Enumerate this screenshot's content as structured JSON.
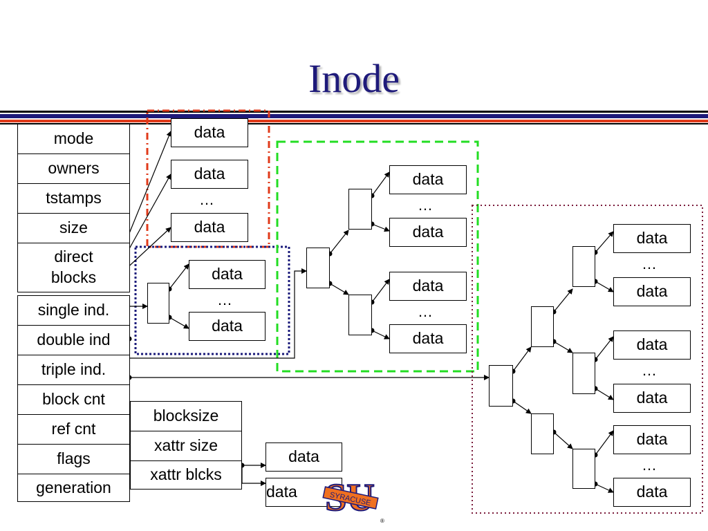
{
  "slide": {
    "title": "Inode"
  },
  "inode_fields": [
    "mode",
    "owners",
    "tstamps",
    "size",
    "direct\nblocks",
    "single ind.",
    "double ind",
    "triple ind.",
    "block cnt",
    "ref cnt",
    "flags",
    "generation"
  ],
  "xattr_fields": [
    "blocksize",
    "xattr size",
    "xattr blcks"
  ],
  "data_label": "data",
  "ellipsis": "…",
  "logo": {
    "text": "SU",
    "banner": "SYRACUSE",
    "mark": "®"
  },
  "colors": {
    "title": "#1e1a7a",
    "direct_frame": "#e03a1a",
    "single_frame": "#1a1a7a",
    "double_frame": "#22dd22",
    "triple_frame": "#7a1a3a"
  }
}
